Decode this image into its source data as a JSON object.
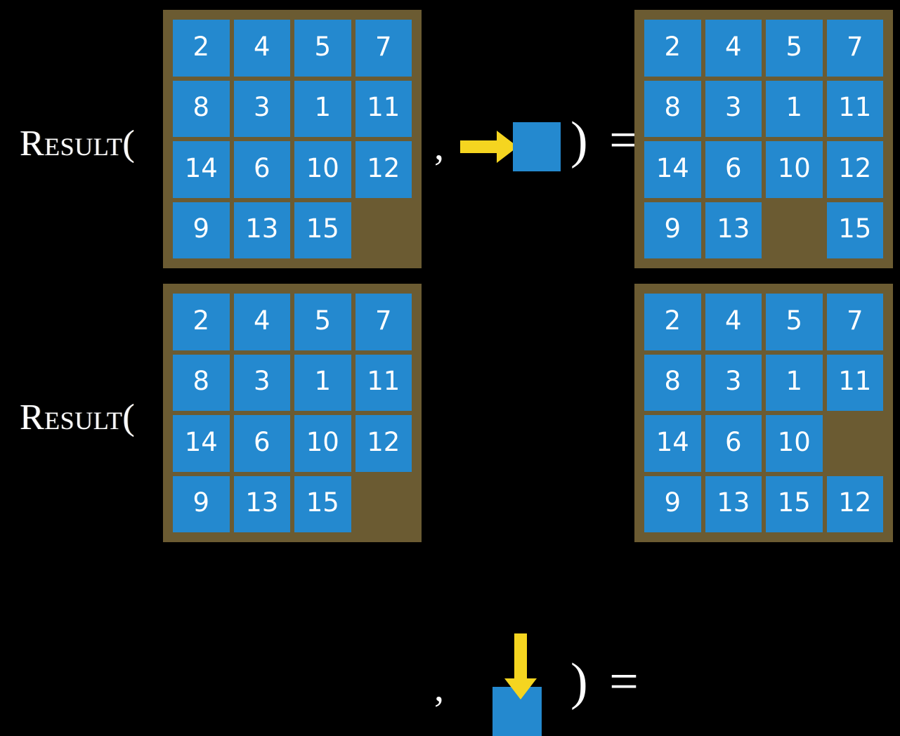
{
  "page": {
    "background_color": "#000000",
    "tile_color": "#2489cf",
    "board_color": "#6b5b32",
    "arrow_color": "#f5d520",
    "text_color": "#ffffff"
  },
  "rows": [
    {
      "label": "Result(",
      "separator": ",",
      "operator": {
        "type": "arrow-right-icon",
        "direction": "right",
        "color": "#f5d520",
        "square_color": "#2489cf"
      },
      "closing": ") =",
      "input_board": {
        "name": "input-board-row1",
        "rows": 4,
        "cols": 4,
        "cells": [
          [
            "2",
            "4",
            "5",
            "7"
          ],
          [
            "8",
            "3",
            "1",
            "11"
          ],
          [
            "14",
            "6",
            "10",
            "12"
          ],
          [
            "9",
            "13",
            "15",
            ""
          ]
        ]
      },
      "output_board": {
        "name": "output-board-row1",
        "rows": 4,
        "cols": 4,
        "cells": [
          [
            "2",
            "4",
            "5",
            "7"
          ],
          [
            "8",
            "3",
            "1",
            "11"
          ],
          [
            "14",
            "6",
            "10",
            "12"
          ],
          [
            "9",
            "13",
            "",
            "15"
          ]
        ]
      }
    },
    {
      "label": "Result(",
      "separator": ",",
      "operator": {
        "type": "arrow-down-icon",
        "direction": "down",
        "color": "#f5d520",
        "square_color": "#2489cf"
      },
      "closing": ") =",
      "input_board": {
        "name": "input-board-row2",
        "rows": 4,
        "cols": 4,
        "cells": [
          [
            "2",
            "4",
            "5",
            "7"
          ],
          [
            "8",
            "3",
            "1",
            "11"
          ],
          [
            "14",
            "6",
            "10",
            "12"
          ],
          [
            "9",
            "13",
            "15",
            ""
          ]
        ]
      },
      "output_board": {
        "name": "output-board-row2",
        "rows": 4,
        "cols": 4,
        "cells": [
          [
            "2",
            "4",
            "5",
            "7"
          ],
          [
            "8",
            "3",
            "1",
            "11"
          ],
          [
            "14",
            "6",
            "10",
            ""
          ],
          [
            "9",
            "13",
            "15",
            "12"
          ]
        ]
      }
    }
  ]
}
